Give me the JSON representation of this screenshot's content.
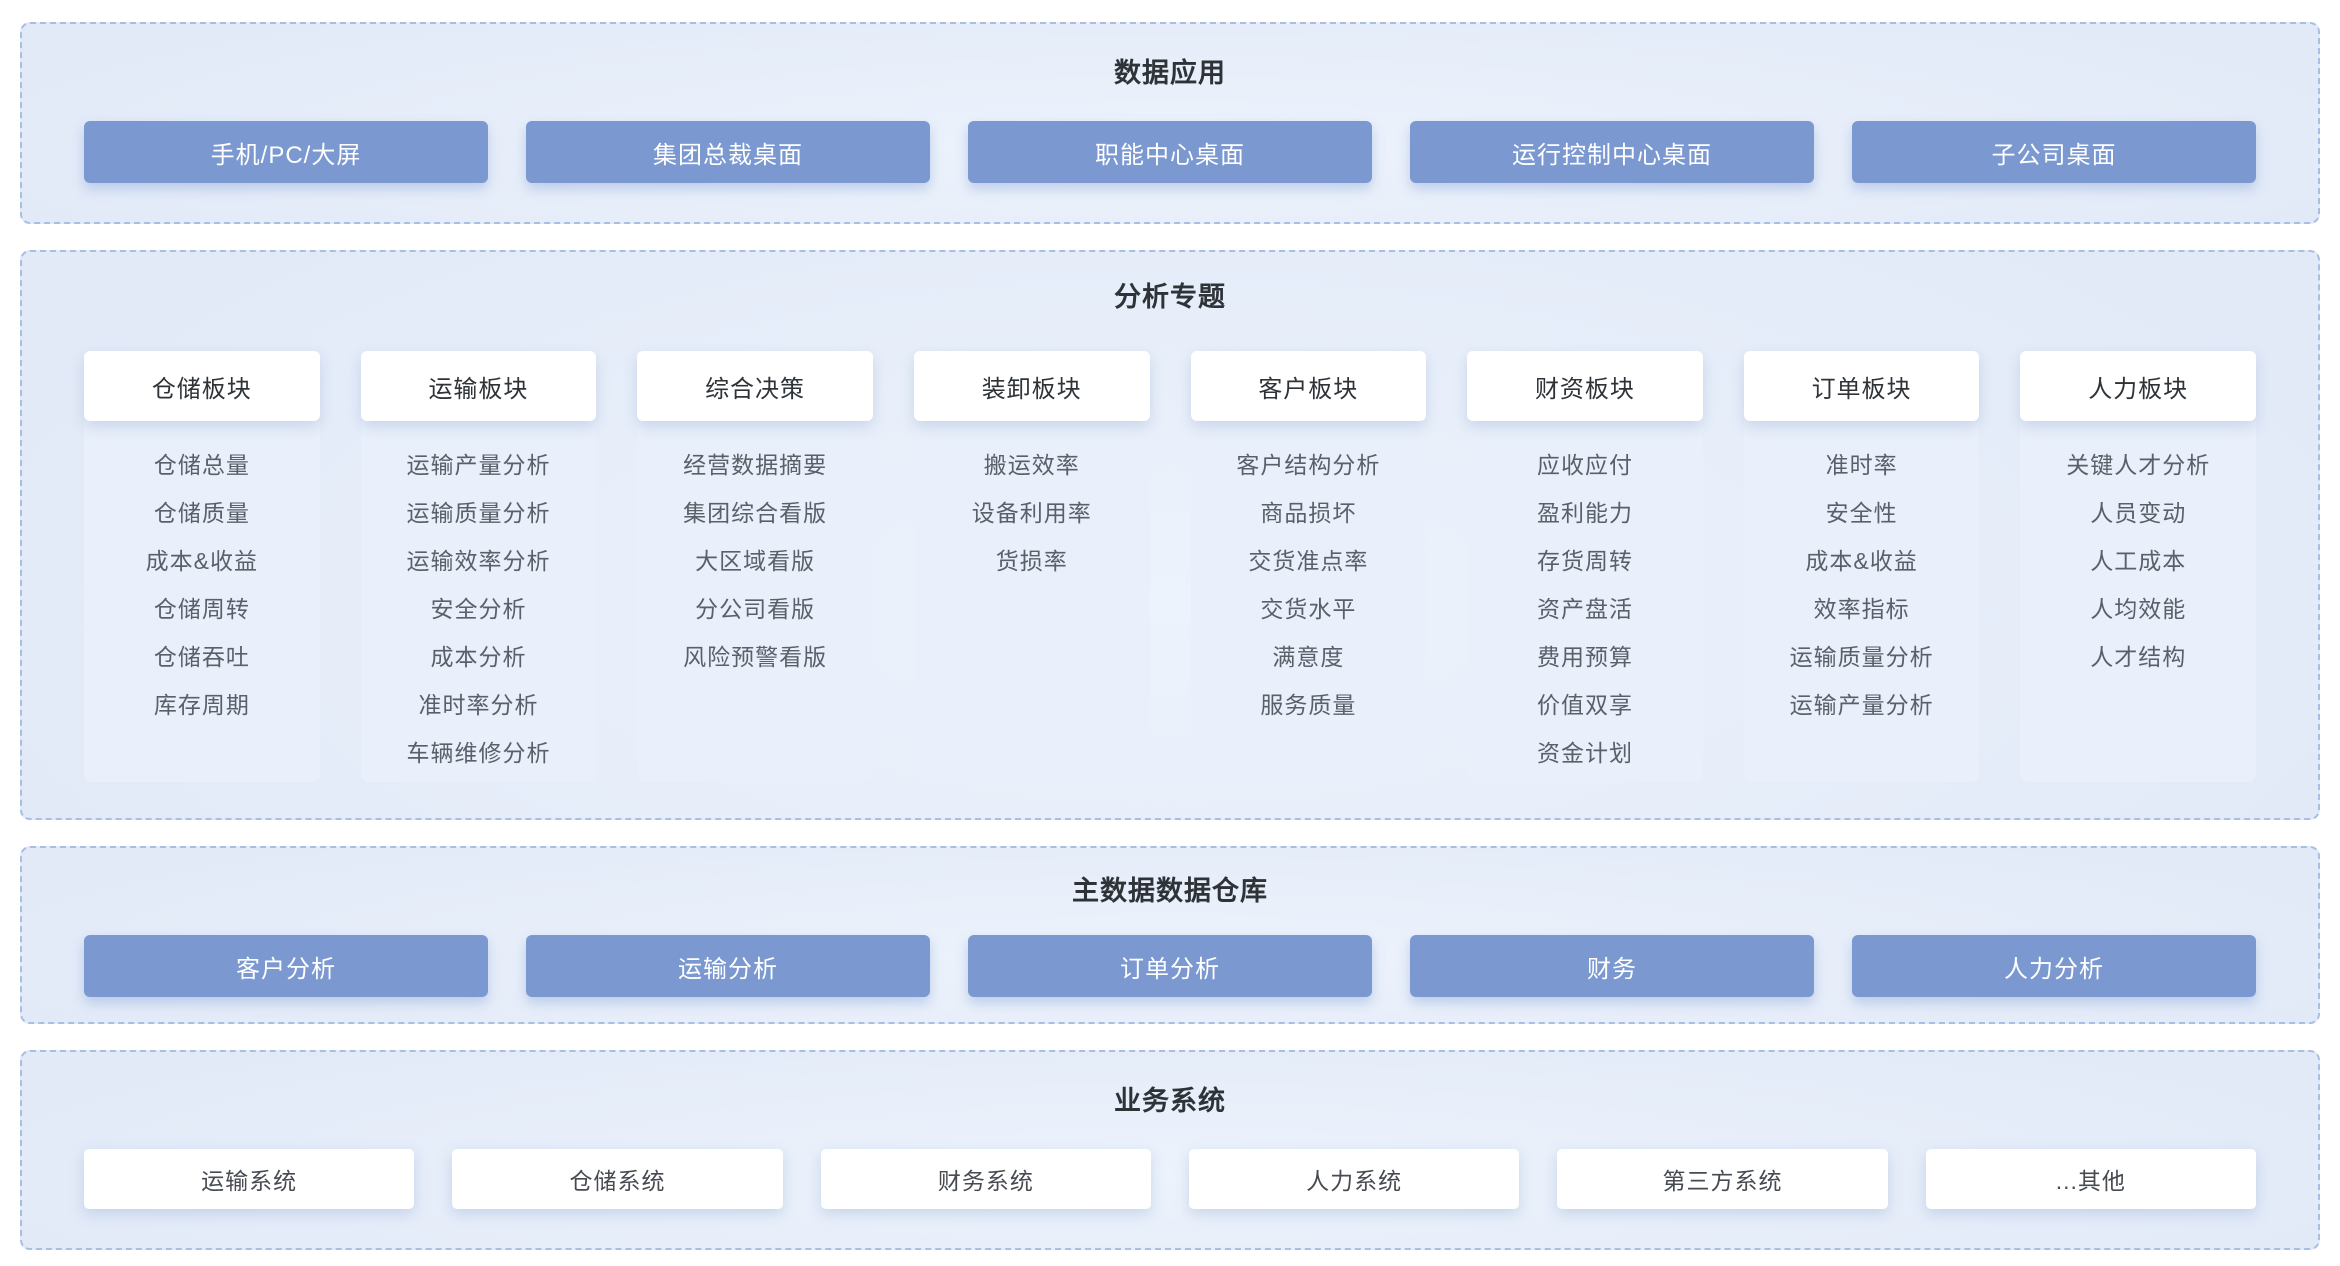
{
  "colors": {
    "accent_button": "#7B99D0",
    "section_background": "#E2EAF8",
    "dashed_border": "#A8BFE3",
    "column_body_background": "#E9F0FB",
    "title_text": "#2E3338",
    "item_text": "#5B6068"
  },
  "sections": {
    "data_app": {
      "title": "数据应用",
      "buttons": [
        "手机/PC/大屏",
        "集团总裁桌面",
        "职能中心桌面",
        "运行控制中心桌面",
        "子公司桌面"
      ]
    },
    "analysis": {
      "title": "分析专题",
      "columns": [
        {
          "header": "仓储板块",
          "items": [
            "仓储总量",
            "仓储质量",
            "成本&收益",
            "仓储周转",
            "仓储吞吐",
            "库存周期"
          ]
        },
        {
          "header": "运输板块",
          "items": [
            "运输产量分析",
            "运输质量分析",
            "运输效率分析",
            "安全分析",
            "成本分析",
            "准时率分析",
            "车辆维修分析"
          ]
        },
        {
          "header": "综合决策",
          "items": [
            "经营数据摘要",
            "集团综合看版",
            "大区域看版",
            "分公司看版",
            "风险预警看版"
          ]
        },
        {
          "header": "装卸板块",
          "items": [
            "搬运效率",
            "设备利用率",
            "货损率"
          ]
        },
        {
          "header": "客户板块",
          "items": [
            "客户结构分析",
            "商品损坏",
            "交货准点率",
            "交货水平",
            "满意度",
            "服务质量"
          ]
        },
        {
          "header": "财资板块",
          "items": [
            "应收应付",
            "盈利能力",
            "存货周转",
            "资产盘活",
            "费用预算",
            "价值双享",
            "资金计划"
          ]
        },
        {
          "header": "订单板块",
          "items": [
            "准时率",
            "安全性",
            "成本&收益",
            "效率指标",
            "运输质量分析",
            "运输产量分析"
          ]
        },
        {
          "header": "人力板块",
          "items": [
            "关键人才分析",
            "人员变动",
            "人工成本",
            "人均效能",
            "人才结构"
          ]
        }
      ]
    },
    "warehouse": {
      "title": "主数据数据仓库",
      "buttons": [
        "客户分析",
        "运输分析",
        "订单分析",
        "财务",
        "人力分析"
      ]
    },
    "business": {
      "title": "业务系统",
      "buttons": [
        "运输系统",
        "仓储系统",
        "财务系统",
        "人力系统",
        "第三方系统",
        "...其他"
      ]
    }
  }
}
